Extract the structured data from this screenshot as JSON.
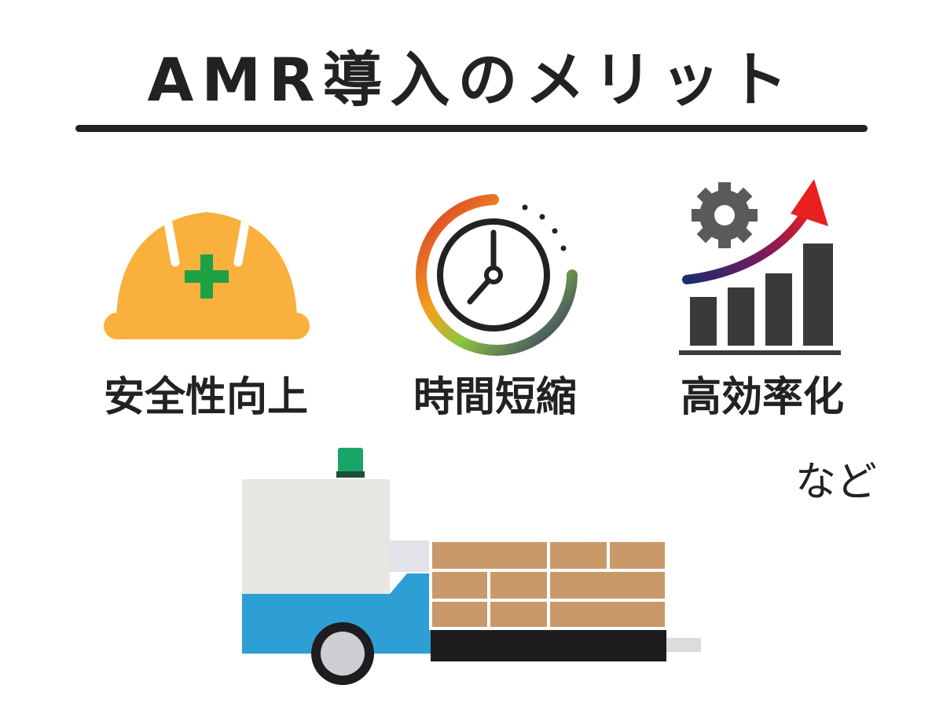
{
  "title": "AMR導入のメリット",
  "benefits": [
    {
      "label": "安全性向上",
      "icon": "hard-hat-icon"
    },
    {
      "label": "時間短縮",
      "icon": "stopwatch-icon"
    },
    {
      "label": "高効率化",
      "icon": "growth-chart-icon"
    }
  ],
  "etc_label": "など",
  "illustration": "amr-robot-carrying-boxes",
  "colors": {
    "text": "#222222",
    "helmet": "#F9B03D",
    "cross": "#1EA045",
    "robot_body": "#2E9FD4",
    "robot_top": "#E8E6E0",
    "boxes": "#C9996A",
    "beacon": "#1AA568"
  }
}
